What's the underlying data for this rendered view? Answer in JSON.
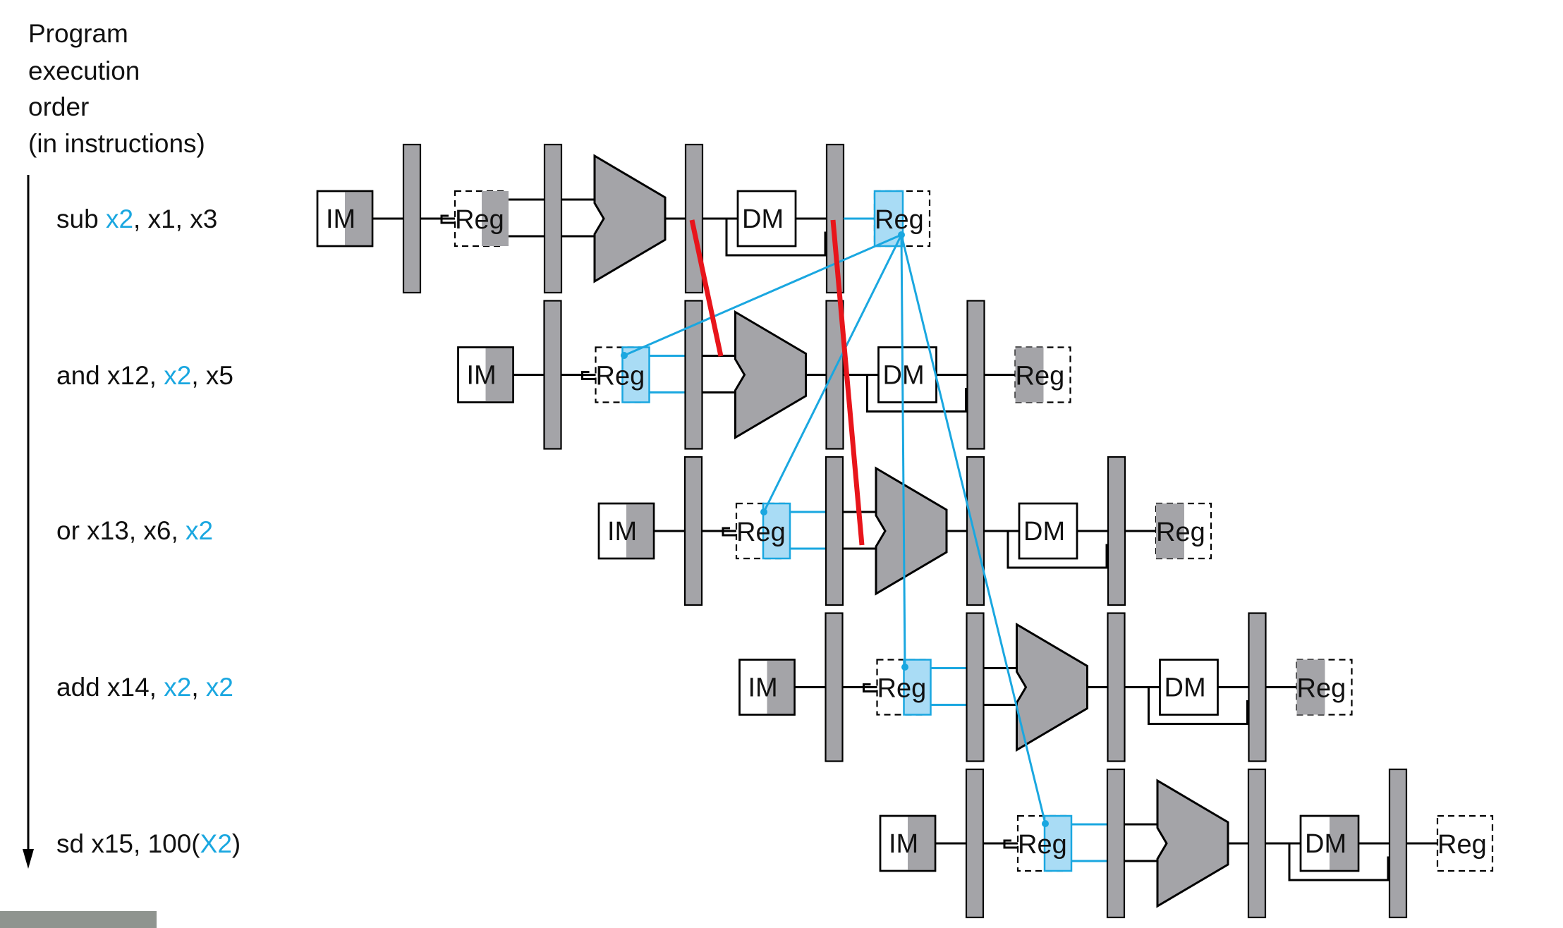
{
  "axis_label": {
    "lines": [
      "Program",
      "execution",
      "order",
      "(in instructions)"
    ]
  },
  "instructions": [
    {
      "parts": [
        {
          "t": "sub "
        },
        {
          "t": "x2",
          "hl": true
        },
        {
          "t": ", x1, x3"
        }
      ]
    },
    {
      "parts": [
        {
          "t": "and x12, "
        },
        {
          "t": "x2",
          "hl": true
        },
        {
          "t": ", x5"
        }
      ]
    },
    {
      "parts": [
        {
          "t": "or x13, x6, "
        },
        {
          "t": "x2",
          "hl": true
        }
      ]
    },
    {
      "parts": [
        {
          "t": "add x14, "
        },
        {
          "t": "x2",
          "hl": true
        },
        {
          "t": ", "
        },
        {
          "t": "x2",
          "hl": true
        }
      ]
    },
    {
      "parts": [
        {
          "t": "sd x15, 100("
        },
        {
          "t": "X2",
          "hl": true
        },
        {
          "t": ")"
        }
      ]
    }
  ],
  "stage_labels": {
    "instruction_memory": "IM",
    "register_file": "Reg",
    "data_memory": "DM"
  },
  "colors": {
    "highlight": "#1aa7e0",
    "highlight_fill": "#a9dcf5",
    "stage_gray": "#a4a4a8",
    "hazard_line": "#e8151b"
  },
  "icons": {
    "order_arrow": "down-arrow-icon",
    "alu": "alu-shape-icon"
  }
}
